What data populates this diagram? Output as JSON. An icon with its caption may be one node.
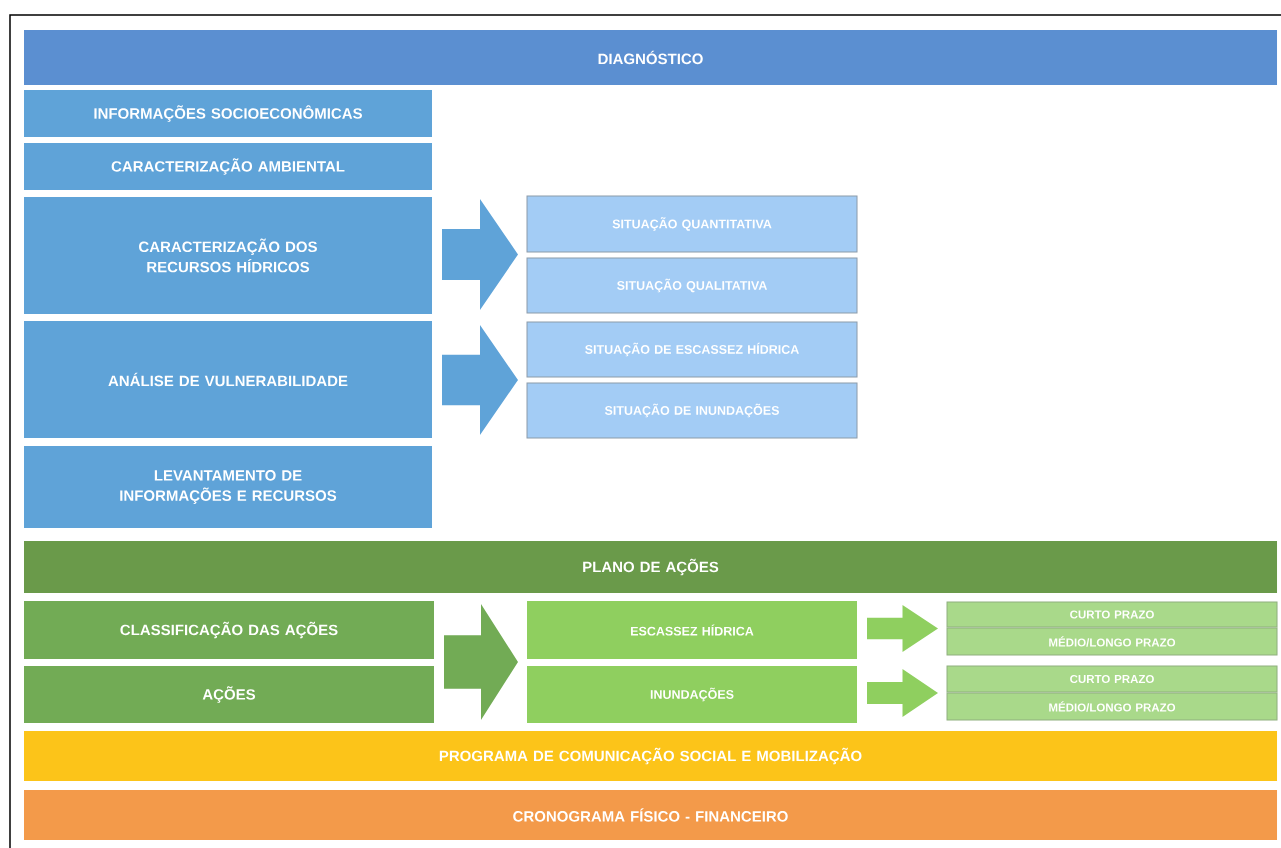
{
  "diagram": {
    "nodes": [
      {
        "text": [
          "DIAGNÓSTICO"
        ]
      },
      {
        "text": [
          "INFORMAÇÕES SOCIOECONÔMICAS"
        ]
      },
      {
        "text": [
          "CARACTERIZAÇÃO AMBIENTAL"
        ]
      },
      {
        "text": [
          "CARACTERIZAÇÃO DOS RECURSOS HÍDRICOS"
        ]
      },
      {
        "text": [
          "SITUAÇÃO QUANTITATIVA"
        ]
      },
      {
        "text": [
          "SITUAÇÃO QUALITATIVA"
        ]
      },
      {
        "text": [
          "ANÁLISE DE VULNERABILIDADE"
        ]
      },
      {
        "text": [
          "SITUAÇÃO DE ESCASSEZ HÍDRICA"
        ]
      },
      {
        "text": [
          "SITUAÇÃO DE INUNDAÇÕES"
        ]
      },
      {
        "text": [
          "LEVANTAMENTO DE INFORMAÇÕES E RECURSOS"
        ]
      },
      {
        "text": [
          "PLANO DE AÇÕES"
        ]
      },
      {
        "text": [
          "CLASSIFICAÇÃO DAS AÇÕES"
        ]
      },
      {
        "text": [
          "ESCASSEZ HÍDRICA"
        ]
      },
      {
        "text": [
          "CURTO PRAZO"
        ]
      },
      {
        "text": [
          "MÉDIO/LONGO PRAZO"
        ]
      },
      {
        "text": [
          "AÇÕES"
        ]
      },
      {
        "text": [
          "INUNDAÇÕES"
        ]
      },
      {
        "text": [
          "CURTO PRAZO"
        ]
      },
      {
        "text": [
          "MÉDIO/LONGO PRAZO"
        ]
      },
      {
        "text": [
          "PROGRAMA DE COMUNICAÇÃO SOCIAL E MOBILIZAÇÃO"
        ]
      },
      {
        "text": [
          "CRONOGRAMA FÍSICO - FINANCEIRO"
        ]
      }
    ],
    "edges": [
      {
        "from": 3,
        "to": 4,
        "arrow": "to"
      },
      {
        "from": 3,
        "to": 5,
        "arrow": "to"
      },
      {
        "from": 6,
        "to": 7,
        "arrow": "to"
      },
      {
        "from": 6,
        "to": 8,
        "arrow": "to"
      },
      {
        "from": 11,
        "to": 12,
        "arrow": "to"
      },
      {
        "from": 11,
        "to": 16,
        "arrow": "to"
      },
      {
        "from": 15,
        "to": 12,
        "arrow": "to"
      },
      {
        "from": 15,
        "to": 16,
        "arrow": "to"
      },
      {
        "from": 12,
        "to": 13,
        "arrow": "to"
      },
      {
        "from": 12,
        "to": 14,
        "arrow": "to"
      },
      {
        "from": 16,
        "to": 17,
        "arrow": "to"
      },
      {
        "from": 16,
        "to": 18,
        "arrow": "to"
      }
    ]
  }
}
